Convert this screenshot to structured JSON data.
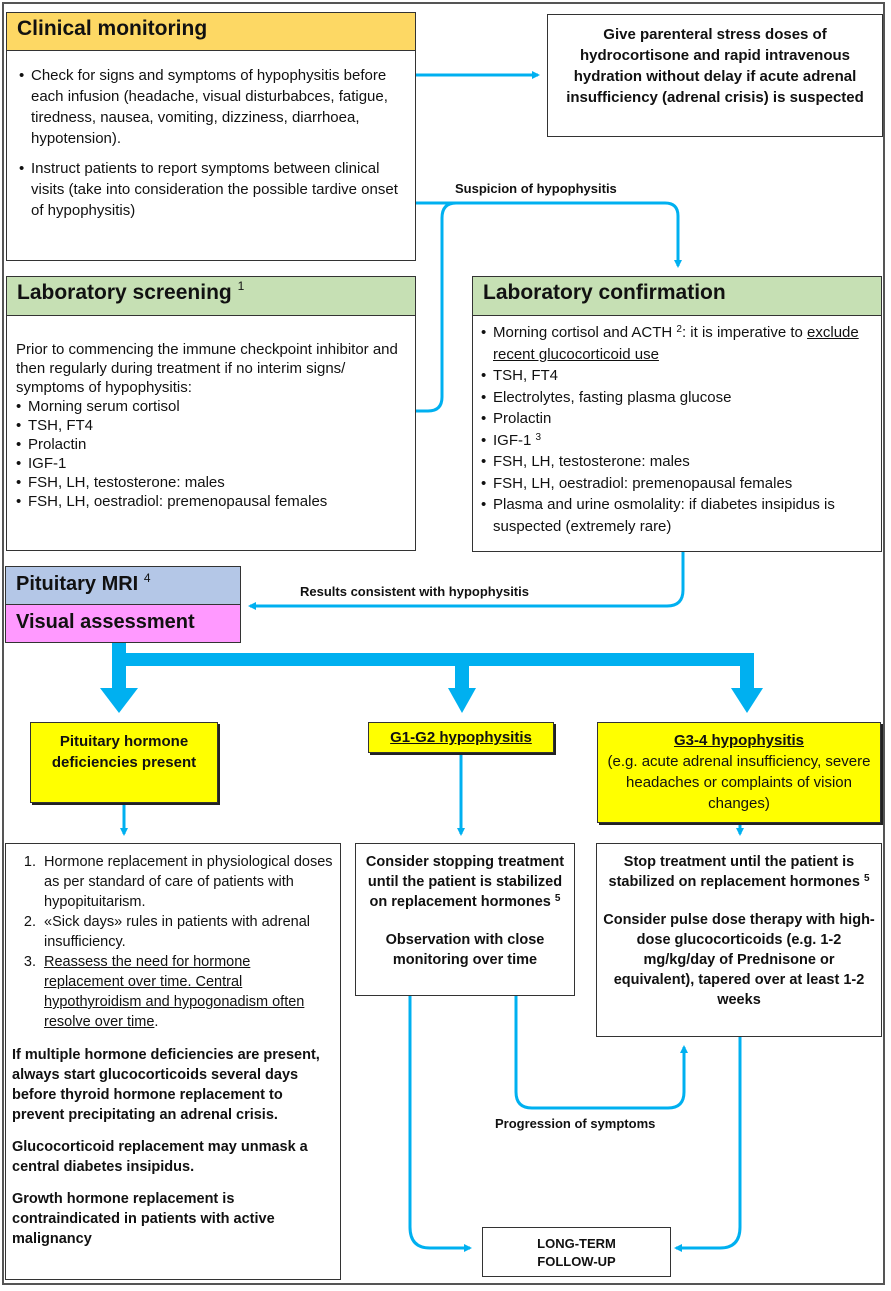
{
  "clinical_monitoring": {
    "title": "Clinical monitoring",
    "bullets": [
      "Check for signs and symptoms of hypophysitis before each infusion (headache, visual disturbabces, fatigue, tiredness, nausea, vomiting, dizziness, diarrhoea, hypotension).",
      "Instruct patients to report symptoms between clinical visits (take into consideration the possible tardive onset of hypophysitis)"
    ]
  },
  "adrenal_crisis_box": {
    "text": "Give parenteral stress doses of hydrocortisone and rapid intravenous hydration without delay if acute adrenal insufficiency (adrenal crisis) is suspected"
  },
  "labels": {
    "suspicion": "Suspicion of hypophysitis",
    "results_consistent": "Results consistent with hypophysitis",
    "progression": "Progression of symptoms"
  },
  "laboratory_screening": {
    "title": "Laboratory screening",
    "footnote": "1",
    "intro": "Prior to commencing the immune checkpoint inhibitor and then regularly during treatment if no interim signs/ symptoms of hypophysitis:",
    "bullets": [
      "Morning serum cortisol",
      "TSH, FT4",
      "Prolactin",
      "IGF-1",
      "FSH, LH, testosterone: males",
      "FSH, LH, oestradiol: premenopausal  females"
    ]
  },
  "laboratory_confirmation": {
    "title": "Laboratory confirmation",
    "first_bullet_prefix": "Morning cortisol and ACTH ",
    "first_bullet_footnote": "2",
    "first_bullet_mid": ": it is imperative to ",
    "first_bullet_underlined": "exclude recent glucocorticoid use",
    "bullets": [
      "TSH, FT4",
      "Electrolytes, fasting plasma glucose",
      "Prolactin"
    ],
    "igf_label": "IGF-1 ",
    "igf_footnote": "3",
    "bullets_after": [
      "FSH, LH, testosterone: males",
      "FSH, LH, oestradiol: premenopausal  females",
      "Plasma and urine osmolality: if diabetes insipidus is suspected (extremely rare)"
    ]
  },
  "pituitary_mri": {
    "title": "Pituitary MRI",
    "footnote": "4"
  },
  "visual_assessment": {
    "title": "Visual assessment"
  },
  "branches": {
    "deficiencies": {
      "title": "Pituitary hormone deficiencies present"
    },
    "g1g2": {
      "title": "G1-G2 hypophysitis"
    },
    "g3g4": {
      "title": "G3-4 hypophysitis",
      "subtitle": "(e.g. acute adrenal insufficiency, severe headaches or complaints  of vision changes)"
    }
  },
  "deficiencies_box": {
    "items": [
      "Hormone replacement in physiological doses as per standard of care of patients with hypopituitarism.",
      "«Sick days» rules in patients with adrenal insufficiency.",
      "Reassess the need for hormone replacement over time. Central hypothyroidism and hypogonadism often resolve over time"
    ],
    "notes": [
      "If multiple hormone deficiencies are present, always start glucocorticoids several days before thyroid hormone replacement to prevent precipitating an adrenal crisis.",
      "Glucocorticoid replacement may unmask a central diabetes insipidus.",
      "Growth hormone replacement is contraindicated in patients with active malignancy"
    ]
  },
  "g1g2_box": {
    "para1": "Consider stopping treatment until the patient is stabilized on replacement hormones",
    "para1_footnote": "5",
    "para2": "Observation with close monitoring over time"
  },
  "g3g4_box": {
    "para1": "Stop treatment until the patient is stabilized on replacement hormones",
    "para1_footnote": "5",
    "para2": "Consider pulse dose therapy with high-dose glucocorticoids (e.g. 1-2 mg/kg/day of Prednisone or equivalent), tapered over at least 1-2 weeks"
  },
  "follow_up": {
    "line1": "LONG-TERM",
    "line2": "FOLLOW-UP"
  },
  "colors": {
    "arrow": "#00b0f0",
    "clinical_header": "#fdd864",
    "lab_header": "#c6e0b4",
    "mri_header": "#b4c7e7",
    "visual_header": "#ff99ff",
    "branch_fill": "#ffff00"
  }
}
